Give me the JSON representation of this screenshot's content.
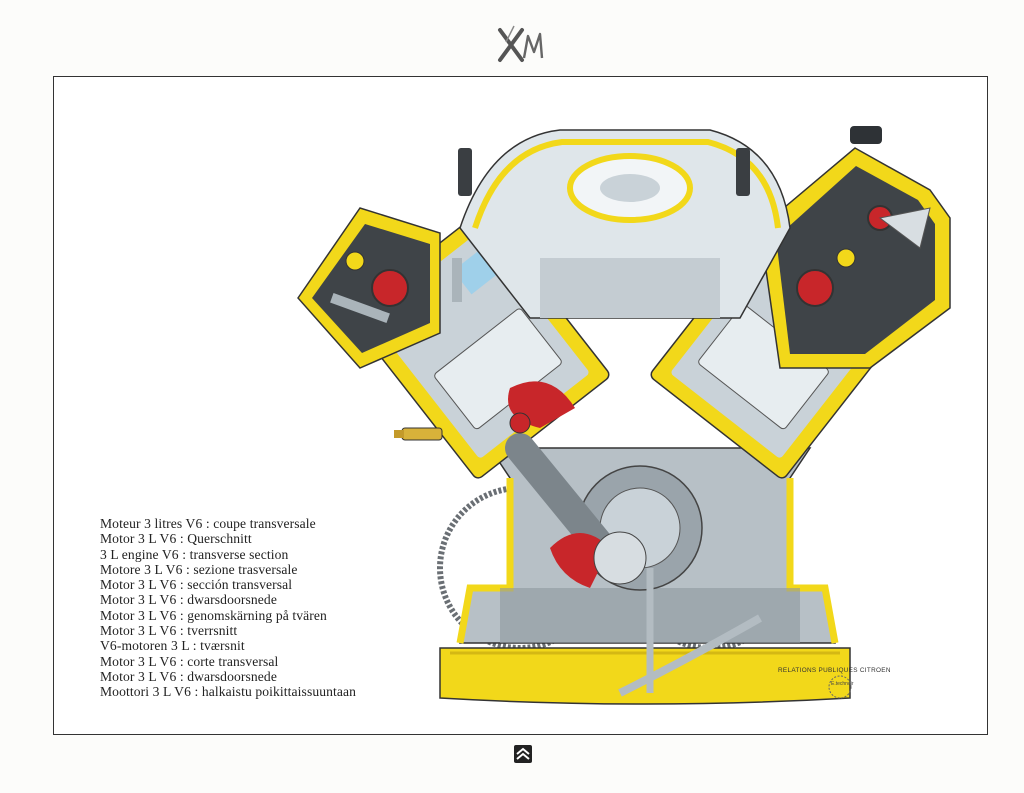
{
  "captions": [
    "Moteur 3 litres V6 : coupe transversale",
    "Motor 3 L V6 : Querschnitt",
    "3 L engine V6 : transverse section",
    "Motore 3 L V6 : sezione trasversale",
    "Motor 3 L V6 : sección transversal",
    "Motor 3 L V6 : dwarsdoorsnede",
    "Motor 3 L V6 : genomskärning på tvären",
    "Motor 3 L V6 : tverrsnitt",
    "V6-motoren 3 L : tværsnit",
    "Motor 3 L V6 : corte transversal",
    "Motor 3 L V6 : dwarsdoorsnede",
    "Moottori 3 L V6 : halkaistu  poikittaissuuntaan"
  ],
  "credit": "RELATIONS PUBLIQUES CITROEN",
  "stamp_text": "E.technoir",
  "brand": {
    "model_logo": "XM",
    "badge": "citroen-double-chevron-icon"
  },
  "colors": {
    "section_yellow": "#f2d81a",
    "metal_light": "#dfe6ea",
    "metal_mid": "#a9b4bb",
    "metal_dark": "#4a4f55",
    "accent_red": "#c8262a",
    "coolant_blue": "#9fd0ea",
    "frame": "#333333"
  }
}
